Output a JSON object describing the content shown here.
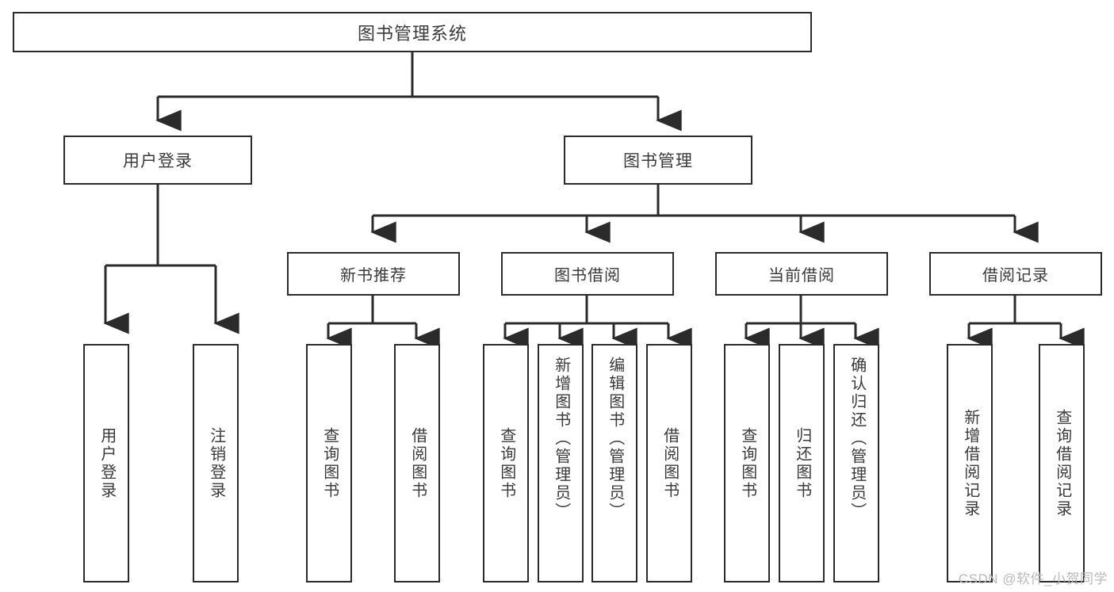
{
  "diagram": {
    "title": "图书管理系统",
    "type": "tree-hierarchy",
    "root": {
      "label": "图书管理系统"
    },
    "level2": [
      {
        "label": "用户登录"
      },
      {
        "label": "图书管理"
      }
    ],
    "level3": [
      {
        "label": "新书推荐"
      },
      {
        "label": "图书借阅"
      },
      {
        "label": "当前借阅"
      },
      {
        "label": "借阅记录"
      }
    ],
    "leaves": {
      "user_login": [
        {
          "label": "用户登录"
        },
        {
          "label": "注销登录"
        }
      ],
      "new_book_recommend": [
        {
          "label": "查询图书"
        },
        {
          "label": "借阅图书"
        }
      ],
      "book_borrow": [
        {
          "label": "查询图书"
        },
        {
          "label": "新增图书（管理员）"
        },
        {
          "label": "编辑图书（管理员）"
        },
        {
          "label": "借阅图书"
        }
      ],
      "current_borrow": [
        {
          "label": "查询图书"
        },
        {
          "label": "归还图书"
        },
        {
          "label": "确认归还（管理员）"
        }
      ],
      "borrow_record": [
        {
          "label": "新增借阅记录"
        },
        {
          "label": "查询借阅记录"
        }
      ]
    }
  },
  "watermark": {
    "text": "CSDN @软件_小贺同学"
  },
  "colors": {
    "border": "#2b2b2b",
    "text": "#3a3a3a",
    "background": "#ffffff",
    "watermark": "#b9b9b9"
  }
}
